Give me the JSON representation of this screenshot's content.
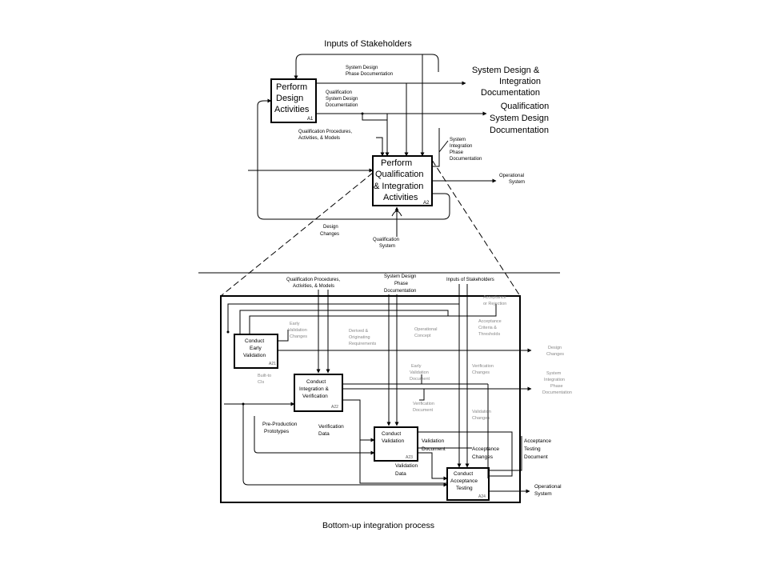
{
  "top": {
    "title": "Inputs of Stakeholders",
    "sys_design_phase_doc": [
      "System Design",
      "Phase Documentation"
    ],
    "qual_sys_design_doc_small": [
      "Qualification",
      "System Design",
      "Documentation"
    ],
    "out_sysdesign_integration": [
      "System Design &",
      "Integration",
      "Documentation"
    ],
    "out_qual_sysdesign": [
      "Qualification",
      "System Design",
      "Documentation"
    ],
    "qual_procedures": [
      "Qualification Procedures,",
      "Activities, & Models"
    ],
    "sys_integration_phase_doc": [
      "System",
      "Integration",
      "Phase",
      "Documentation"
    ],
    "box_a1": {
      "lines": [
        "Perform",
        "Design",
        "Activities"
      ],
      "code": "A1"
    },
    "box_a2": {
      "lines": [
        "Perform",
        "Qualification",
        "& Integration",
        "Activities"
      ],
      "code": "A2"
    },
    "operational_system": [
      "Operational",
      "System"
    ],
    "design_changes": [
      "Design",
      "Changes"
    ],
    "qualification_system": [
      "Qualification",
      "System"
    ]
  },
  "bottom": {
    "qual_procedures": [
      "Qualification Procedures,",
      "Activities, & Models"
    ],
    "sys_design_phase_doc": [
      "System Design",
      "Phase",
      "Documentation"
    ],
    "inputs_stakeholders": "Inputs of Stakeholders",
    "acceptance_rejection": [
      "Acceptance",
      "or Rejection"
    ],
    "acceptance_criteria": [
      "Acceptance",
      "Criteria &",
      "Thresholds"
    ],
    "early_validation_changes": [
      "Early",
      "Validation",
      "Changes"
    ],
    "derived_requirements": [
      "Derived &",
      "Originating",
      "Requirements"
    ],
    "operational_concept": [
      "Operational",
      "Concept"
    ],
    "design_changes": [
      "Design",
      "Changes"
    ],
    "sys_integration_phase_doc": [
      "System",
      "Integration",
      "Phase",
      "Documentation"
    ],
    "early_validation_document": [
      "Early",
      "Validation",
      "Document"
    ],
    "verification_changes": [
      "Verification",
      "Changes"
    ],
    "built_to_cis": [
      "Built-to",
      "CIs"
    ],
    "verification_document": [
      "Verification",
      "Document"
    ],
    "validation_changes": [
      "Validation",
      "Changes"
    ],
    "preproduction_prototypes": [
      "Pre-Production",
      "Prototypes"
    ],
    "verification_data": [
      "Verification",
      "Data"
    ],
    "validation_document": [
      "Validation",
      "Document"
    ],
    "acceptance_changes": [
      "Acceptance",
      "Changes"
    ],
    "acceptance_testing_document": [
      "Acceptance",
      "Testing",
      "Document"
    ],
    "validation_data": [
      "Validation",
      "Data"
    ],
    "operational_system": [
      "Operational",
      "System"
    ],
    "box_a21": {
      "lines": [
        "Conduct",
        "Early",
        "Validation"
      ],
      "code": "A21"
    },
    "box_a22": {
      "lines": [
        "Conduct",
        "Integration &",
        "Verification"
      ],
      "code": "A22"
    },
    "box_a23": {
      "lines": [
        "Conduct",
        "Validation"
      ],
      "code": "A23"
    },
    "box_a24": {
      "lines": [
        "Conduct",
        "Acceptance",
        "Testing"
      ],
      "code": "A24"
    }
  },
  "caption": "Bottom-up integration process"
}
